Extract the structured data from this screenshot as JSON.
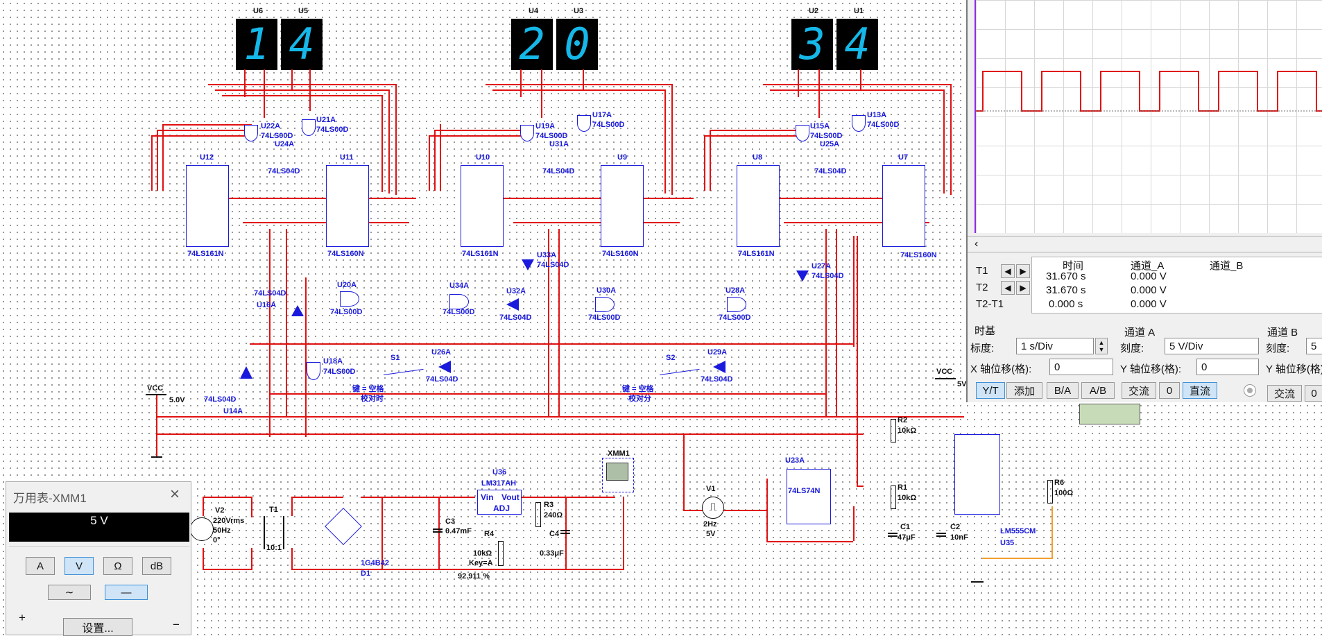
{
  "displays": [
    {
      "ref": "U6",
      "digit": "1"
    },
    {
      "ref": "U5",
      "digit": "4"
    },
    {
      "ref": "U4",
      "digit": "2"
    },
    {
      "ref": "U3",
      "digit": "0"
    },
    {
      "ref": "U2",
      "digit": "3"
    },
    {
      "ref": "U1",
      "digit": "4"
    }
  ],
  "counters": [
    {
      "ref": "U12",
      "type": "74LS161N"
    },
    {
      "ref": "U11",
      "type": "74LS160N"
    },
    {
      "ref": "U10",
      "type": "74LS161N"
    },
    {
      "ref": "U9",
      "type": "74LS160N"
    },
    {
      "ref": "U8",
      "type": "74LS161N"
    },
    {
      "ref": "U7",
      "type": "74LS160N"
    }
  ],
  "gates": [
    {
      "ref": "U22A",
      "type": "74LS00D"
    },
    {
      "ref": "U21A",
      "type": "74LS00D"
    },
    {
      "ref": "U24A",
      "type": "74LS04D"
    },
    {
      "ref": "U19A",
      "type": "74LS00D"
    },
    {
      "ref": "U17A",
      "type": "74LS00D"
    },
    {
      "ref": "U31A",
      "type": "74LS04D"
    },
    {
      "ref": "U15A",
      "type": "74LS00D"
    },
    {
      "ref": "U13A",
      "type": "74LS00D"
    },
    {
      "ref": "U25A",
      "type": "74LS04D"
    },
    {
      "ref": "U20A",
      "type": "74LS00D"
    },
    {
      "ref": "U16A",
      "type": "74LS04D"
    },
    {
      "ref": "U18A",
      "type": "74LS00D"
    },
    {
      "ref": "U14A",
      "type": "74LS04D"
    },
    {
      "ref": "U26A",
      "type": "74LS04D"
    },
    {
      "ref": "U33A",
      "type": "74LS04D"
    },
    {
      "ref": "U34A",
      "type": "74LS00D"
    },
    {
      "ref": "U32A",
      "type": "74LS04D"
    },
    {
      "ref": "U30A",
      "type": "74LS00D"
    },
    {
      "ref": "U27A",
      "type": "74LS04D"
    },
    {
      "ref": "U28A",
      "type": "74LS00D"
    },
    {
      "ref": "U29A",
      "type": "74LS04D"
    }
  ],
  "switches": [
    {
      "ref": "S1",
      "key": "键 = 空格",
      "desc": "校对时"
    },
    {
      "ref": "S2",
      "key": "键 = 空格",
      "desc": "校对分"
    }
  ],
  "power": {
    "vcc1": "VCC",
    "vcc1_val": "5.0V",
    "vcc2": "VCC",
    "vcc2_val": "5V",
    "v2": {
      "ref": "V2",
      "line1": "220Vrms",
      "line2": "50Hz",
      "line3": "0°"
    },
    "t1": {
      "ref": "T1",
      "ratio": "10:1"
    },
    "d1": {
      "ref": "D1",
      "type": "1G4B42"
    },
    "u36": {
      "ref": "U36",
      "type": "LM317AH",
      "vin": "Vin",
      "vout": "Vout",
      "adj": "ADJ"
    },
    "c3": {
      "ref": "C3",
      "val": "0.47mF"
    },
    "r3": {
      "ref": "R3",
      "val": "240Ω"
    },
    "r4": {
      "ref": "R4",
      "val": "10kΩ",
      "key": "Key=A",
      "pct": "92.911 %"
    },
    "c4": {
      "ref": "C4",
      "val": "0.33μF"
    },
    "xmm": "XMM1"
  },
  "clock": {
    "v1": {
      "ref": "V1",
      "freq": "2Hz",
      "amp": "5V"
    },
    "u23": {
      "ref": "U23A",
      "type": "74LS74N"
    },
    "r2": {
      "ref": "R2",
      "val": "10kΩ"
    },
    "r1": {
      "ref": "R1",
      "val": "10kΩ"
    },
    "c1": {
      "ref": "C1",
      "val": "47μF"
    },
    "c2": {
      "ref": "C2",
      "val": "10nF"
    },
    "r6": {
      "ref": "R6",
      "val": "100Ω"
    },
    "u35": {
      "ref": "U35",
      "type": "LM555CM"
    }
  },
  "scope": {
    "headers": [
      "时间",
      "通道_A",
      "通道_B"
    ],
    "rows": [
      {
        "label": "T1",
        "time": "31.670 s",
        "a": "0.000 V",
        "b": ""
      },
      {
        "label": "T2",
        "time": "31.670 s",
        "a": "0.000 V",
        "b": ""
      },
      {
        "label": "T2-T1",
        "time": "0.000 s",
        "a": "0.000 V",
        "b": ""
      }
    ],
    "timebase_title": "时基",
    "scale_label": "标度:",
    "scale_value": "1  s/Div",
    "xpos_label": "X 轴位移(格):",
    "xpos_value": "0",
    "mode_buttons": [
      "Y/T",
      "添加",
      "B/A",
      "A/B"
    ],
    "cha_title": "通道 A",
    "cha_scale_label": "刻度:",
    "cha_scale_value": "5  V/Div",
    "cha_ypos_label": "Y 轴位移(格):",
    "cha_ypos_value": "0",
    "cha_buttons": [
      "交流",
      "0",
      "直流"
    ],
    "chb_title": "通道 B",
    "chb_scale_label": "刻度:",
    "chb_scale_value": "5",
    "chb_ypos_label": "Y 轴位移(格):",
    "chb_buttons": [
      "交流",
      "0"
    ],
    "left_arrow": "‹"
  },
  "multimeter": {
    "title": "万用表-XMM1",
    "reading": "5 V",
    "modes": [
      "A",
      "V",
      "Ω",
      "dB"
    ],
    "active_mode": "V",
    "settings": "设置...",
    "plus": "+",
    "minus": "−"
  }
}
